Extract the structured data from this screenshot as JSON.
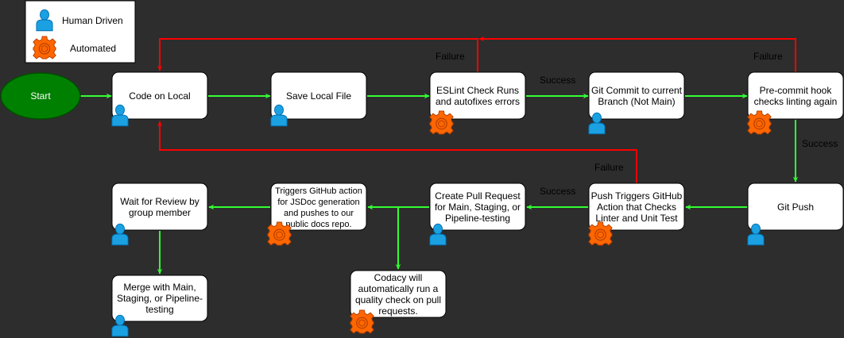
{
  "legend": {
    "human_label": "Human Driven",
    "auto_label": "Automated"
  },
  "colors": {
    "background": "#2d2d2d",
    "success_arrow": "#33ff33",
    "failure_arrow": "#ff0000",
    "start_fill": "#008000",
    "human_icon": "#1ba1e2",
    "gear_icon": "#ff6600"
  },
  "nodes": {
    "start": {
      "lines": [
        "Start"
      ]
    },
    "code_local": {
      "lines": [
        "Code on Local"
      ],
      "icon": "human-icon"
    },
    "save_file": {
      "lines": [
        "Save Local File"
      ],
      "icon": "human-icon"
    },
    "eslint": {
      "lines": [
        "ESLint Check Runs",
        "and autofixes errors"
      ],
      "icon": "gear-icon"
    },
    "git_commit": {
      "lines": [
        "Git Commit to current",
        "Branch (Not Main)"
      ],
      "icon": "human-icon"
    },
    "precommit": {
      "lines": [
        "Pre-commit hook",
        "checks linting again"
      ],
      "icon": "gear-icon"
    },
    "git_push": {
      "lines": [
        "Git Push"
      ],
      "icon": "human-icon"
    },
    "push_triggers": {
      "lines": [
        "Push Triggers GitHub",
        "Action that Checks",
        "Linter and Unit Test"
      ],
      "icon": "gear-icon"
    },
    "create_pr": {
      "lines": [
        "Create Pull Request",
        "for Main, Staging, or",
        "Pipeline-testing"
      ],
      "icon": "human-icon"
    },
    "jsdoc": {
      "lines": [
        "Triggers GitHub action",
        "for JSDoc generation",
        "and pushes to our",
        "public docs repo."
      ],
      "icon": "gear-icon"
    },
    "wait_review": {
      "lines": [
        "Wait for Review by",
        "group member"
      ],
      "icon": "human-icon"
    },
    "merge": {
      "lines": [
        "Merge with Main,",
        "Staging, or Pipeline-",
        "testing"
      ],
      "icon": "human-icon"
    },
    "codacy": {
      "lines": [
        "Codacy will",
        "automatically run a",
        "quality check on pull",
        "requests."
      ],
      "icon": "gear-icon"
    }
  },
  "edge_labels": {
    "fail1": "Failure",
    "success1": "Success",
    "fail2": "Failure",
    "success2": "Success",
    "fail3": "Failure",
    "success3": "Success"
  }
}
